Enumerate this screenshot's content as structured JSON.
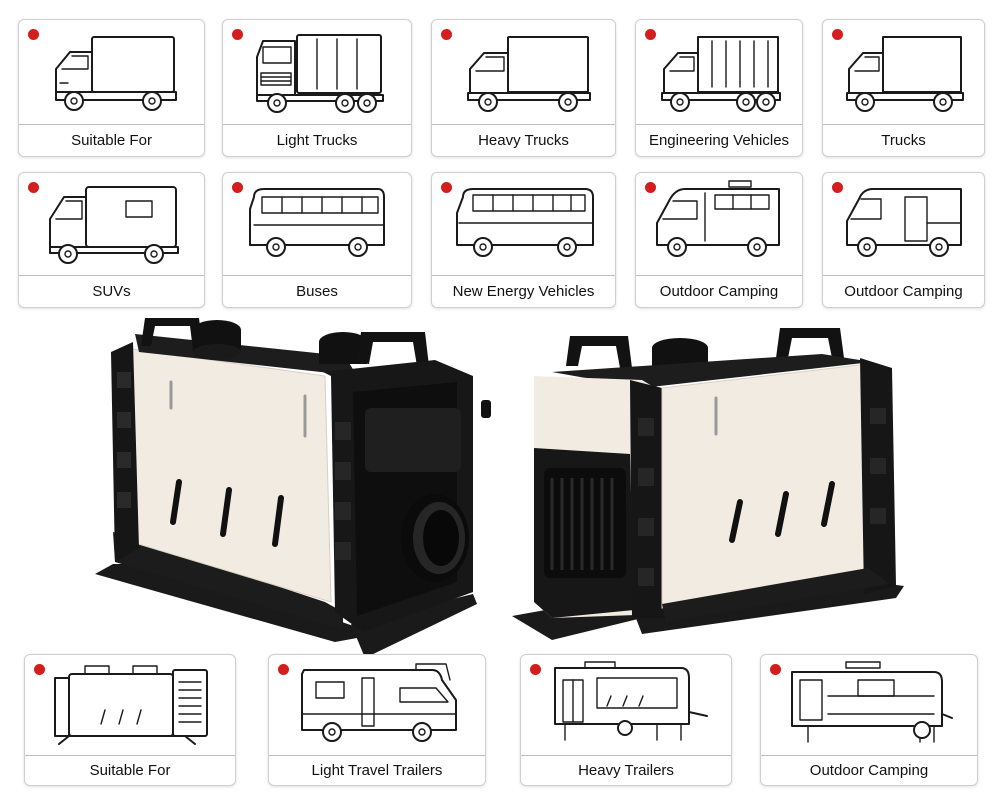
{
  "row1": [
    {
      "label": "Suitable For",
      "icon": "box-truck-icon"
    },
    {
      "label": "Light Trucks",
      "icon": "semi-truck-icon"
    },
    {
      "label": "Heavy Trucks",
      "icon": "heavy-truck-icon"
    },
    {
      "label": "Engineering Vehicles",
      "icon": "engineering-truck-icon"
    },
    {
      "label": "Trucks",
      "icon": "truck-icon"
    }
  ],
  "row2": [
    {
      "label": "SUVs",
      "icon": "camper-truck-icon"
    },
    {
      "label": "Buses",
      "icon": "bus-icon"
    },
    {
      "label": "New Energy Vehicles",
      "icon": "coach-bus-icon"
    },
    {
      "label": "Outdoor Camping",
      "icon": "camper-van-icon"
    },
    {
      "label": "Outdoor Camping",
      "icon": "cargo-van-icon"
    }
  ],
  "row3": [
    {
      "label": "Suitable For",
      "icon": "heater-unit-icon"
    },
    {
      "label": "Light Travel Trailers",
      "icon": "motorhome-icon"
    },
    {
      "label": "Heavy Trailers",
      "icon": "travel-trailer-icon"
    },
    {
      "label": "Outdoor Camping",
      "icon": "camping-trailer-icon"
    }
  ],
  "colors": {
    "accent_dot": "#d41d1d",
    "heater_body": "#f2ebe1",
    "heater_frame": "#151515"
  }
}
